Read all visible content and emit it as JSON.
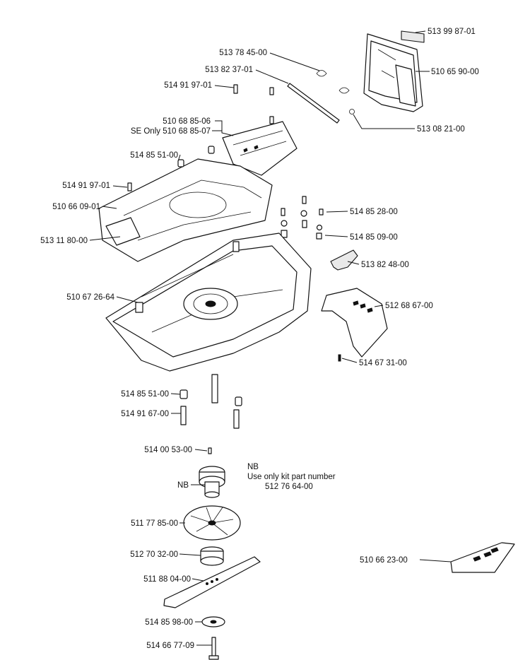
{
  "parts": {
    "p513_99_87_01": "513 99 87-01",
    "p513_78_45_00": "513 78 45-00",
    "p513_82_37_01": "513 82 37-01",
    "p510_65_90_00": "510 65 90-00",
    "p514_91_97_01_a": "514 91 97-01",
    "p510_68_85_06": "510 68 85-06",
    "p510_68_85_07_se": "SE Only 510 68 85-07",
    "p513_08_21_00": "513 08 21-00",
    "p514_85_51_00_a": "514 85 51-00",
    "p514_91_97_01_b": "514 91 97-01",
    "p510_66_09_01": "510 66 09-01",
    "p514_85_28_00": "514 85 28-00",
    "p514_85_09_00": "514 85 09-00",
    "p513_11_80_00": "513 11 80-00",
    "p513_82_48_00": "513 82 48-00",
    "p510_67_26_64": "510 67 26-64",
    "p512_68_67_00": "512 68 67-00",
    "p514_67_31_00": "514 67 31-00",
    "p514_85_51_00_b": "514 85 51-00",
    "p514_91_67_00": "514 91 67-00",
    "p514_00_53_00": "514 00 53-00",
    "nb_label": "NB",
    "p511_77_85_00": "511 77 85-00",
    "p512_70_32_00": "512 70 32-00",
    "p511_88_04_00": "511 88 04-00",
    "p510_66_23_00": "510 66 23-00",
    "p514_85_98_00": "514 85 98-00",
    "p514_66_77_09": "514 66 77-09"
  },
  "note": {
    "title": "NB",
    "line1": "Use only kit part number",
    "line2": "512 76 64-00"
  }
}
